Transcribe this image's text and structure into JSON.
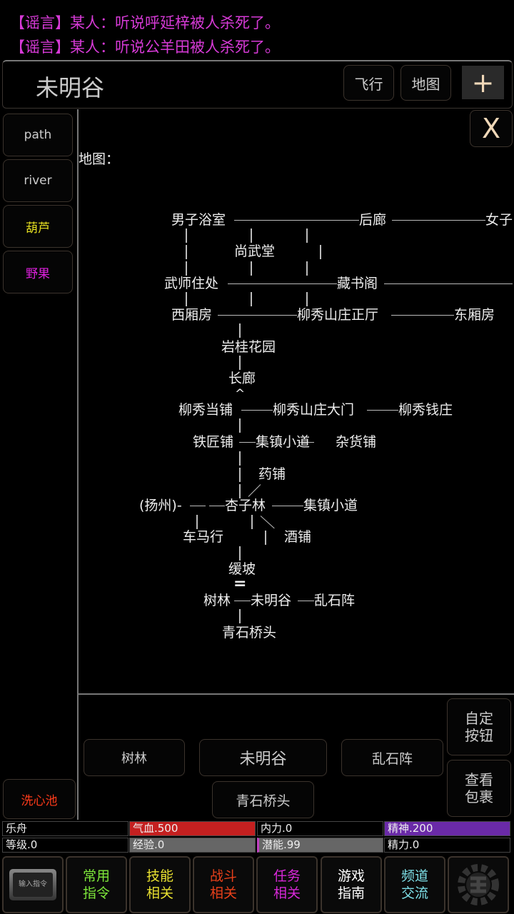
{
  "messages": [
    "【谣言】某人：听说呼延梓被人杀死了。",
    "【谣言】某人：听说公羊田被人杀死了。"
  ],
  "header": {
    "title": "未明谷",
    "fly": "飞行",
    "map": "地图",
    "plus": "+"
  },
  "sidebar": {
    "items": [
      {
        "label": "path",
        "color": "#cccccc"
      },
      {
        "label": "river",
        "color": "#cccccc"
      },
      {
        "label": "葫芦",
        "color": "#e6e020"
      },
      {
        "label": "野果",
        "color": "#e020e0"
      }
    ],
    "bottom": {
      "label": "洗心池",
      "color": "#ff3b1a"
    }
  },
  "close": "X",
  "map": {
    "label": "地图：",
    "places": [
      "男子浴室",
      "后廊",
      "女子",
      "尚武堂",
      "武师住处",
      "藏书阁",
      "西厢房",
      "柳秀山庄正厅",
      "东厢房",
      "岩桂花园",
      "长廊",
      "柳秀当铺",
      "柳秀山庄大门",
      "柳秀钱庄",
      "铁匠铺",
      "集镇小道",
      "杂货铺",
      "药铺",
      "(扬州)-",
      "杏子林",
      "集镇小道",
      "车马行",
      "酒铺",
      "缓坡",
      "树林",
      "未明谷",
      "乱石阵",
      "青石桥头"
    ],
    "symbols": {
      "up": "^",
      "equal": "="
    }
  },
  "exits": {
    "west": "树林",
    "here": "未明谷",
    "east": "乱石阵",
    "south": "青石桥头"
  },
  "side_actions": {
    "custom": "自定\n按钮",
    "bag": "查看\n包裹"
  },
  "stats": {
    "name": "乐舟",
    "hp": "气血.500",
    "neili": "内力.0",
    "jingshen": "精神.200",
    "level": "等级.0",
    "exp": "经验.0",
    "potential": "潜能.99",
    "jingli": "精力.0"
  },
  "nav": [
    {
      "label": "输入指令"
    },
    {
      "label": "常用\n指令",
      "color": "#7ee83a"
    },
    {
      "label": "技能\n相关",
      "color": "#e8e030"
    },
    {
      "label": "战斗\n相关",
      "color": "#e8401a"
    },
    {
      "label": "任务\n相关",
      "color": "#d828d8"
    },
    {
      "label": "游戏\n指南",
      "color": "#ffffff"
    },
    {
      "label": "频道\n交流",
      "color": "#7ee0e8"
    }
  ],
  "colors": {
    "rumor": "#d63ad6",
    "hp": "#c42020",
    "jingshen": "#6a2aa8",
    "grey": "#666666"
  }
}
